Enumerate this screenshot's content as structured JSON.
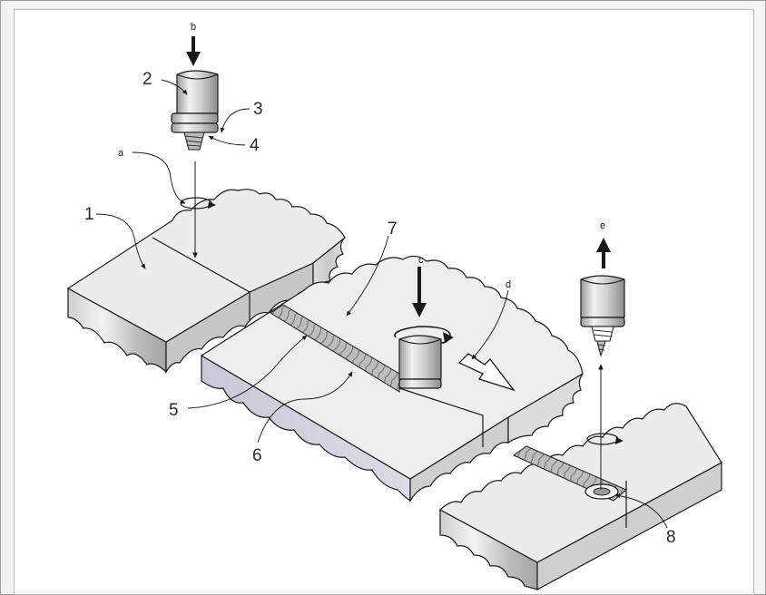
{
  "diagram": {
    "labels": {
      "n1": "1",
      "n2": "2",
      "n3": "3",
      "n4": "4",
      "n5": "5",
      "n6": "6",
      "n7": "7",
      "n8": "8",
      "a": "a",
      "b": "b",
      "c": "c",
      "d": "d",
      "e": "e"
    },
    "colors": {
      "top_face": "#ebebeb",
      "front_face": "#b8b8b8",
      "side_face": "#cfcfcf",
      "outline": "#1a1a1a",
      "weld": "#9e9e9e"
    }
  }
}
